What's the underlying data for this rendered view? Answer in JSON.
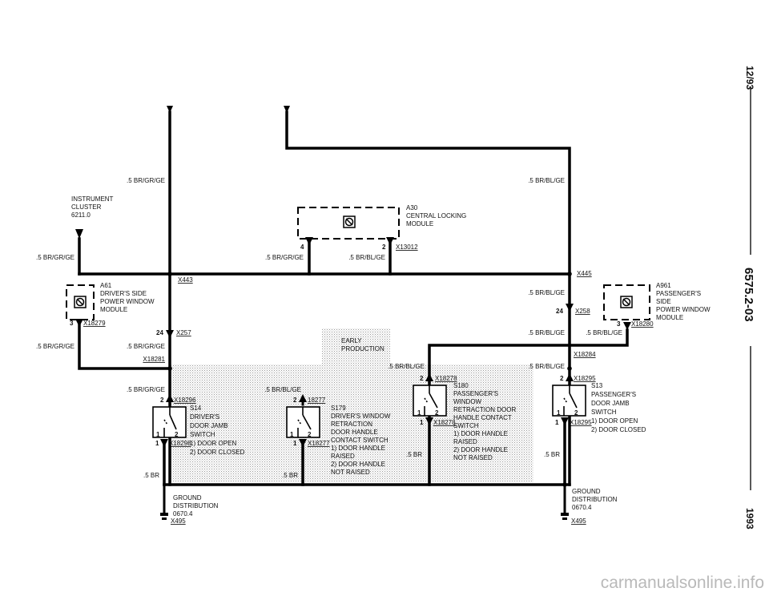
{
  "side_bar": {
    "date": "12/93",
    "page": "6575.2-03",
    "year": "1993"
  },
  "watermark": "carmanualsonline.info",
  "components": {
    "instrument_cluster": [
      "INSTRUMENT",
      "CLUSTER",
      "6211.0"
    ],
    "a30": [
      "A30",
      "CENTRAL LOCKING",
      "MODULE"
    ],
    "a61": [
      "A61",
      "DRIVER'S SIDE",
      "POWER WINDOW",
      "MODULE"
    ],
    "a961": [
      "A961",
      "PASSENGER'S",
      "SIDE",
      "POWER WINDOW",
      "MODULE"
    ],
    "s14": [
      "S14",
      "DRIVER'S",
      "DOOR JAMB",
      "SWITCH",
      "1)  DOOR OPEN",
      "2)  DOOR CLOSED"
    ],
    "s179": [
      "S179",
      "DRIVER'S WINDOW",
      "RETRACTION",
      "DOOR HANDLE",
      "CONTACT SWITCH",
      "1)  DOOR HANDLE",
      "     RAISED",
      "2)  DOOR HANDLE",
      "     NOT RAISED"
    ],
    "s180": [
      "S180",
      "PASSENGER'S",
      "WINDOW",
      "RETRACTION DOOR",
      "HANDLE CONTACT",
      "SWITCH",
      "1)  DOOR HANDLE",
      "     RAISED",
      "2)  DOOR HANDLE",
      "     NOT RAISED"
    ],
    "s13": [
      "S13",
      "PASSENGER'S",
      "DOOR JAMB",
      "SWITCH",
      "1)  DOOR OPEN",
      "2)  DOOR CLOSED"
    ],
    "ground_left": [
      "GROUND",
      "DISTRIBUTION",
      "0670.4"
    ],
    "ground_right": [
      "GROUND",
      "DISTRIBUTION",
      "0670.4"
    ],
    "early_production": [
      "EARLY",
      "PRODUCTION"
    ]
  },
  "connectors": {
    "x443": "X443",
    "x445": "X445",
    "x13012": "X13012",
    "x18279": "X18279",
    "x257": "X257",
    "x258": "X258",
    "x18280": "X18280",
    "x18281": "X18281",
    "x18284": "X18284",
    "x18296": "X18296",
    "x18277": "18277",
    "x18277b": "X18277",
    "x18278": "X18278",
    "x18278b": "X18278",
    "x18295": "X18295",
    "x18295b": "X18295",
    "x18298": "X18298",
    "x495a": "X495",
    "x495b": "X495"
  },
  "wires": {
    "w_br_gr_ge": ".5 BR/GR/GE",
    "w_br_bl_ge": ".5 BR/BL/GE",
    "w_br": ".5 BR"
  },
  "pins": {
    "p1": "1",
    "p2": "2",
    "p3": "3",
    "p4": "4",
    "p24": "24"
  }
}
